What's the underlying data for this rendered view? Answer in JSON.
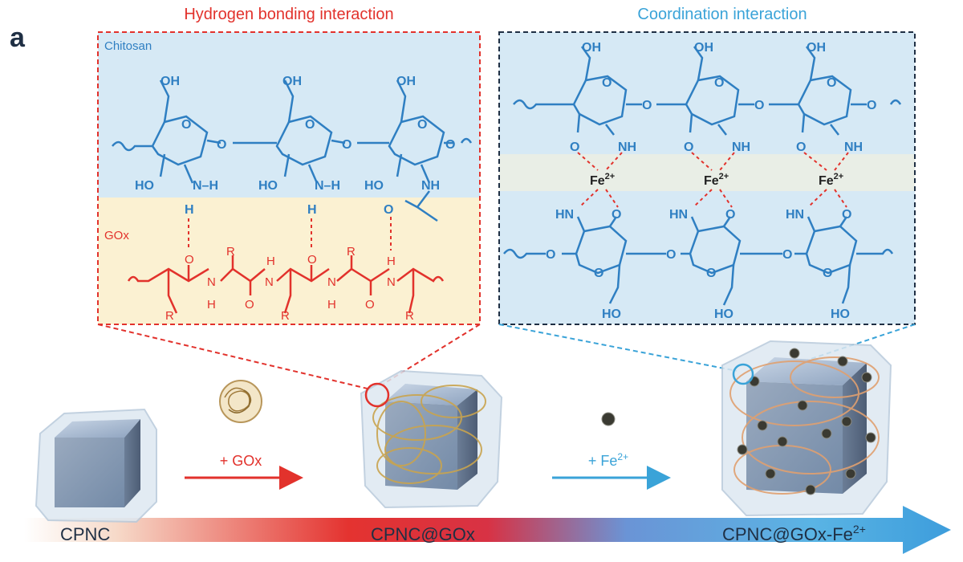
{
  "panel_label": "a",
  "hbond": {
    "title": "Hydrogen bonding interaction",
    "chitosan_label": "Chitosan",
    "gox_label": "GOx",
    "atoms": {
      "oh": "OH",
      "o": "O",
      "ho": "HO",
      "nh": "NH",
      "nh_bond": "N–H",
      "h": "H",
      "n": "N",
      "r": "R"
    }
  },
  "coord": {
    "title": "Coordination interaction",
    "fe": "Fe",
    "fe_charge": "2+",
    "atoms": {
      "oh": "OH",
      "o": "O",
      "nh": "NH",
      "hn": "HN",
      "ho": "HO"
    }
  },
  "process": {
    "step1_label": "+ GOx",
    "step2_label": "+ Fe",
    "step2_charge": "2+",
    "stage1": "CPNC",
    "stage2": "CPNC@GOx",
    "stage3": "CPNC@GOx-Fe",
    "stage3_charge": "2+"
  },
  "colors": {
    "red": "#e2322c",
    "chitosan_blue": "#2f7fc2",
    "light_blue": "#3aa3d8",
    "dark_navy": "#1f2f44",
    "chitosan_bg": "#d6e9f5",
    "gox_bg": "#fbf1d2",
    "fe_band_bg": "#e9eee6"
  }
}
